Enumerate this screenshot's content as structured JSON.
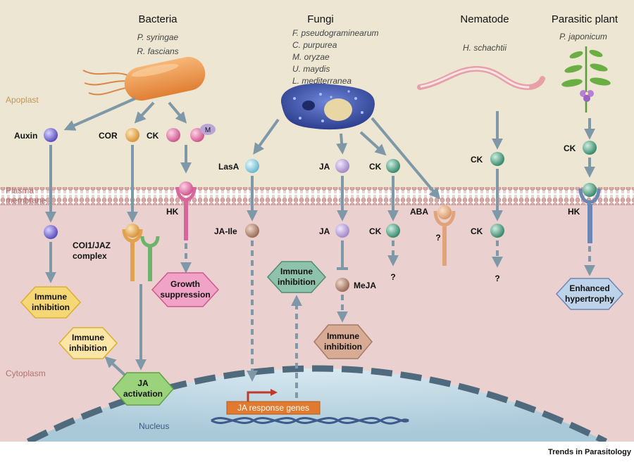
{
  "headers": {
    "bacteria": "Bacteria",
    "fungi": "Fungi",
    "nematode": "Nematode",
    "parasitic_plant": "Parasitic plant"
  },
  "species": {
    "bacteria": [
      "P. syringae",
      "R. fascians"
    ],
    "fungi": [
      "F. pseudograminearum",
      "C. purpurea",
      "M. oryzae",
      "U. maydis",
      "L. mediterranea"
    ],
    "nematode": [
      "H. schachtii"
    ],
    "parasitic_plant": [
      "P. japonicum"
    ]
  },
  "zones": {
    "apoplast": "Apoplast",
    "plasma_membrane": [
      "Plasma",
      "membrane"
    ],
    "cytoplasm": "Cytoplasm",
    "nucleus": "Nucleus"
  },
  "molecules": {
    "auxin": "Auxin",
    "cor": "COR",
    "ck_bacteria": "CK",
    "m_badge": "M",
    "lasa": "LasA",
    "ja_fungi": "JA",
    "ck_fungi": "CK",
    "ck_nematode": "CK",
    "ck_plant": "CK",
    "ja_ile": "JA-Ile",
    "ja_cyto": "JA",
    "ck_fungi_cyto": "CK",
    "ck_nematode_cyto": "CK",
    "meja": "MeJA",
    "aba": "ABA"
  },
  "receptors": {
    "hk_bacteria": "HK",
    "hk_plant": "HK",
    "coi1_jaz": [
      "COI1/JAZ",
      "complex"
    ],
    "unknown_aba": "?",
    "unknown_fungi": "?",
    "unknown_nematode": "?"
  },
  "outcomes": {
    "immune_inhibition_auxin": [
      "Immune",
      "inhibition"
    ],
    "immune_inhibition_ja": [
      "Immune",
      "inhibition"
    ],
    "growth_suppression": [
      "Growth",
      "suppression"
    ],
    "ja_activation": [
      "JA",
      "activation"
    ],
    "immune_inhibition_fungi": [
      "Immune",
      "inhibition"
    ],
    "immune_inhibition_meja": [
      "Immune",
      "inhibition"
    ],
    "enhanced_hypertrophy": [
      "Enhanced",
      "hypertrophy"
    ]
  },
  "gene_box": "JA response genes",
  "credit": "Trends in Parasitology",
  "colors": {
    "apoplast_bg": "#ece6d2",
    "cytoplasm_bg": "#ead1cf",
    "nucleus_bg": "#c9dde7",
    "arrow": "#7f98a8",
    "auxin": "#6b5fc4",
    "cor": "#e0a24c",
    "ck_bacteria": "#d8669c",
    "lasa": "#7fc6d9",
    "ja": "#b39ad1",
    "ck_green": "#3f8f75",
    "ja_ile": "#a57a66",
    "aba": "#e1a47a",
    "gene_box": "#e07a30"
  }
}
